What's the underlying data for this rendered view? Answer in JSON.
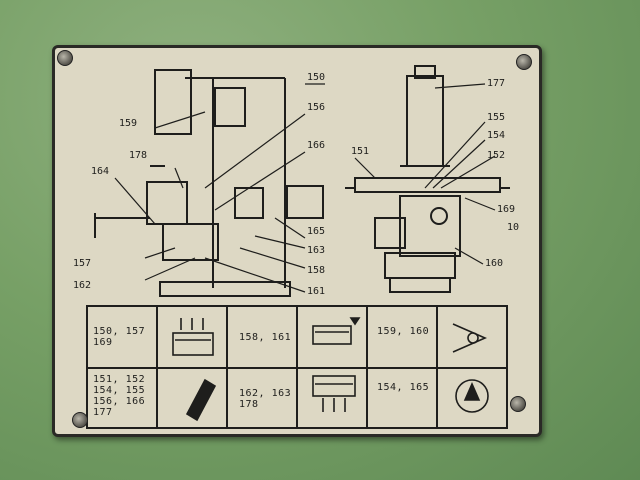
{
  "callouts": {
    "c150": "150",
    "c156": "156",
    "c159": "159",
    "c166": "166",
    "c178": "178",
    "c164": "164",
    "c165": "165",
    "c163": "163",
    "c158": "158",
    "c157": "157",
    "c162": "162",
    "c161": "161",
    "c177": "177",
    "c155": "155",
    "c154": "154",
    "c152": "152",
    "c151": "151",
    "c169": "169",
    "c10": "10",
    "c160": "160"
  },
  "table": {
    "r1c1": "150, 157\n169",
    "r1c3": "158, 161",
    "r1c5": "159, 160",
    "r2c1": "151, 152\n154, 155\n156, 166\n177",
    "r2c3": "162, 163\n178",
    "r2c5": "154, 165"
  },
  "icons": {
    "r1c2": "oil-bath-drip-icon",
    "r1c4": "oil-level-icon",
    "r1c6": "sight-glass-icon",
    "r2c2": "oil-can-icon",
    "r2c4": "drain-oil-icon",
    "r2c6": "pump-icon"
  }
}
